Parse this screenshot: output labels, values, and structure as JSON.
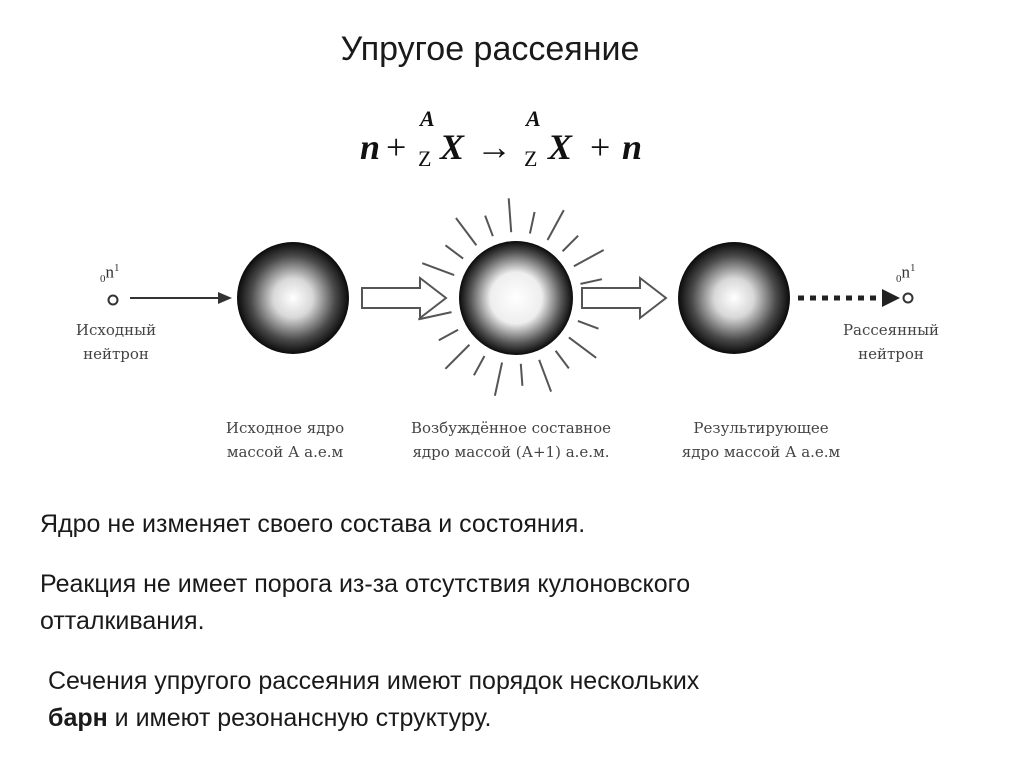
{
  "title": "Упругое рассеяние",
  "equation": {
    "n": "n",
    "plus": "+",
    "A": "A",
    "Z": "Z",
    "X": "X",
    "arrow": "→"
  },
  "diagram": {
    "incoming_neutron_symbol": {
      "sub": "0",
      "base": "n",
      "sup": "1"
    },
    "incoming_neutron_label": "Исходный\nнейтрон",
    "scattered_neutron_symbol": {
      "sub": "0",
      "base": "n",
      "sup": "1"
    },
    "scattered_neutron_label": "Рассеянный\nнейтрон",
    "initial_nucleus_label": "Исходное ядро\nмассой А а.е.м",
    "compound_nucleus_label": "Возбуждённое составное\nядро массой (А+1) а.е.м.",
    "resulting_nucleus_label": "Результирующее\nядро массой А а.е.м"
  },
  "paragraphs": {
    "p1": "Ядро не изменяет своего состава и состояния.",
    "p2_line1": "Реакция не имеет порога из-за отсутствия кулоновского",
    "p2_line2": "отталкивания.",
    "p3_line1": "Сечения упругого рассеяния имеют порядок нескольких",
    "p3_bold": "барн",
    "p3_line2_rest": " и имеют резонансную структуру."
  }
}
